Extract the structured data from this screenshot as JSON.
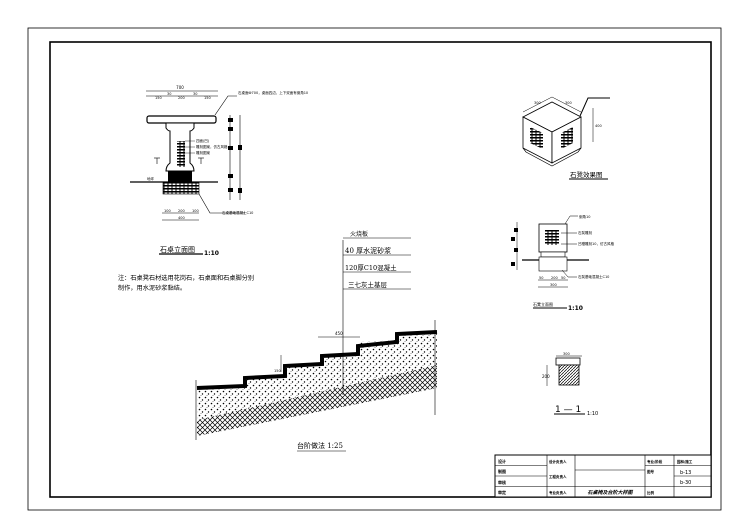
{
  "table_elevation": {
    "title": "石桌立面图",
    "scale": "1:10",
    "dim_top": "700",
    "dim_parts": [
      "150",
      "30",
      "200",
      "30",
      "150"
    ],
    "ground_label": "地坪",
    "callout_top": "石桌面Ф700，桌面四边，上下双面有倒角10",
    "callout_mid": [
      "四面(凹)",
      "雕刻图案，仿古风格",
      "雕刻图案"
    ],
    "callout_base": "石桌基础混凝土C10",
    "dim_base": [
      "100",
      "200",
      "100"
    ],
    "dim_base_total": "400",
    "section_mark": "1"
  },
  "note": {
    "line1": "注：石桌凳石材选用花岗石，石桌面和石桌脚分别",
    "line2": "制作，用水泥砂浆黏结。"
  },
  "stool_iso": {
    "title": "石凳效果图",
    "dims": [
      "300",
      "300",
      "400"
    ]
  },
  "stool_elevation": {
    "title": "石凳立面图",
    "scale": "1:10",
    "callouts": [
      "倒角10",
      "石凳雕刻",
      "凹槽雕刻10，仿古风格",
      "石凳基础混凝土C10"
    ],
    "dim_bottom": [
      "50",
      "200",
      "50"
    ],
    "dim_total": "300"
  },
  "section_1": {
    "title": "1 — 1",
    "scale": "1:10",
    "dim_top": "300",
    "dim_side": "200"
  },
  "steps": {
    "title": "台阶做法 1:25",
    "layers": [
      "火烧板",
      "40  厚水泥砂浆",
      "120厚C10混凝土",
      "三七灰土基层"
    ],
    "dim_tread": "450",
    "dim_riser": "150"
  },
  "title_block": {
    "left": [
      "设计",
      "制图",
      "审核",
      "审定"
    ],
    "mid_labels": [
      "设计负责人",
      "工程负责人",
      "专业负责人"
    ],
    "drawing_name": "石桌椅及台阶大样图",
    "right_labels": [
      "专业/阶段",
      "图号",
      "",
      "比例"
    ],
    "right_values": [
      "园林/施工",
      "b-13",
      "b-30",
      ""
    ]
  }
}
